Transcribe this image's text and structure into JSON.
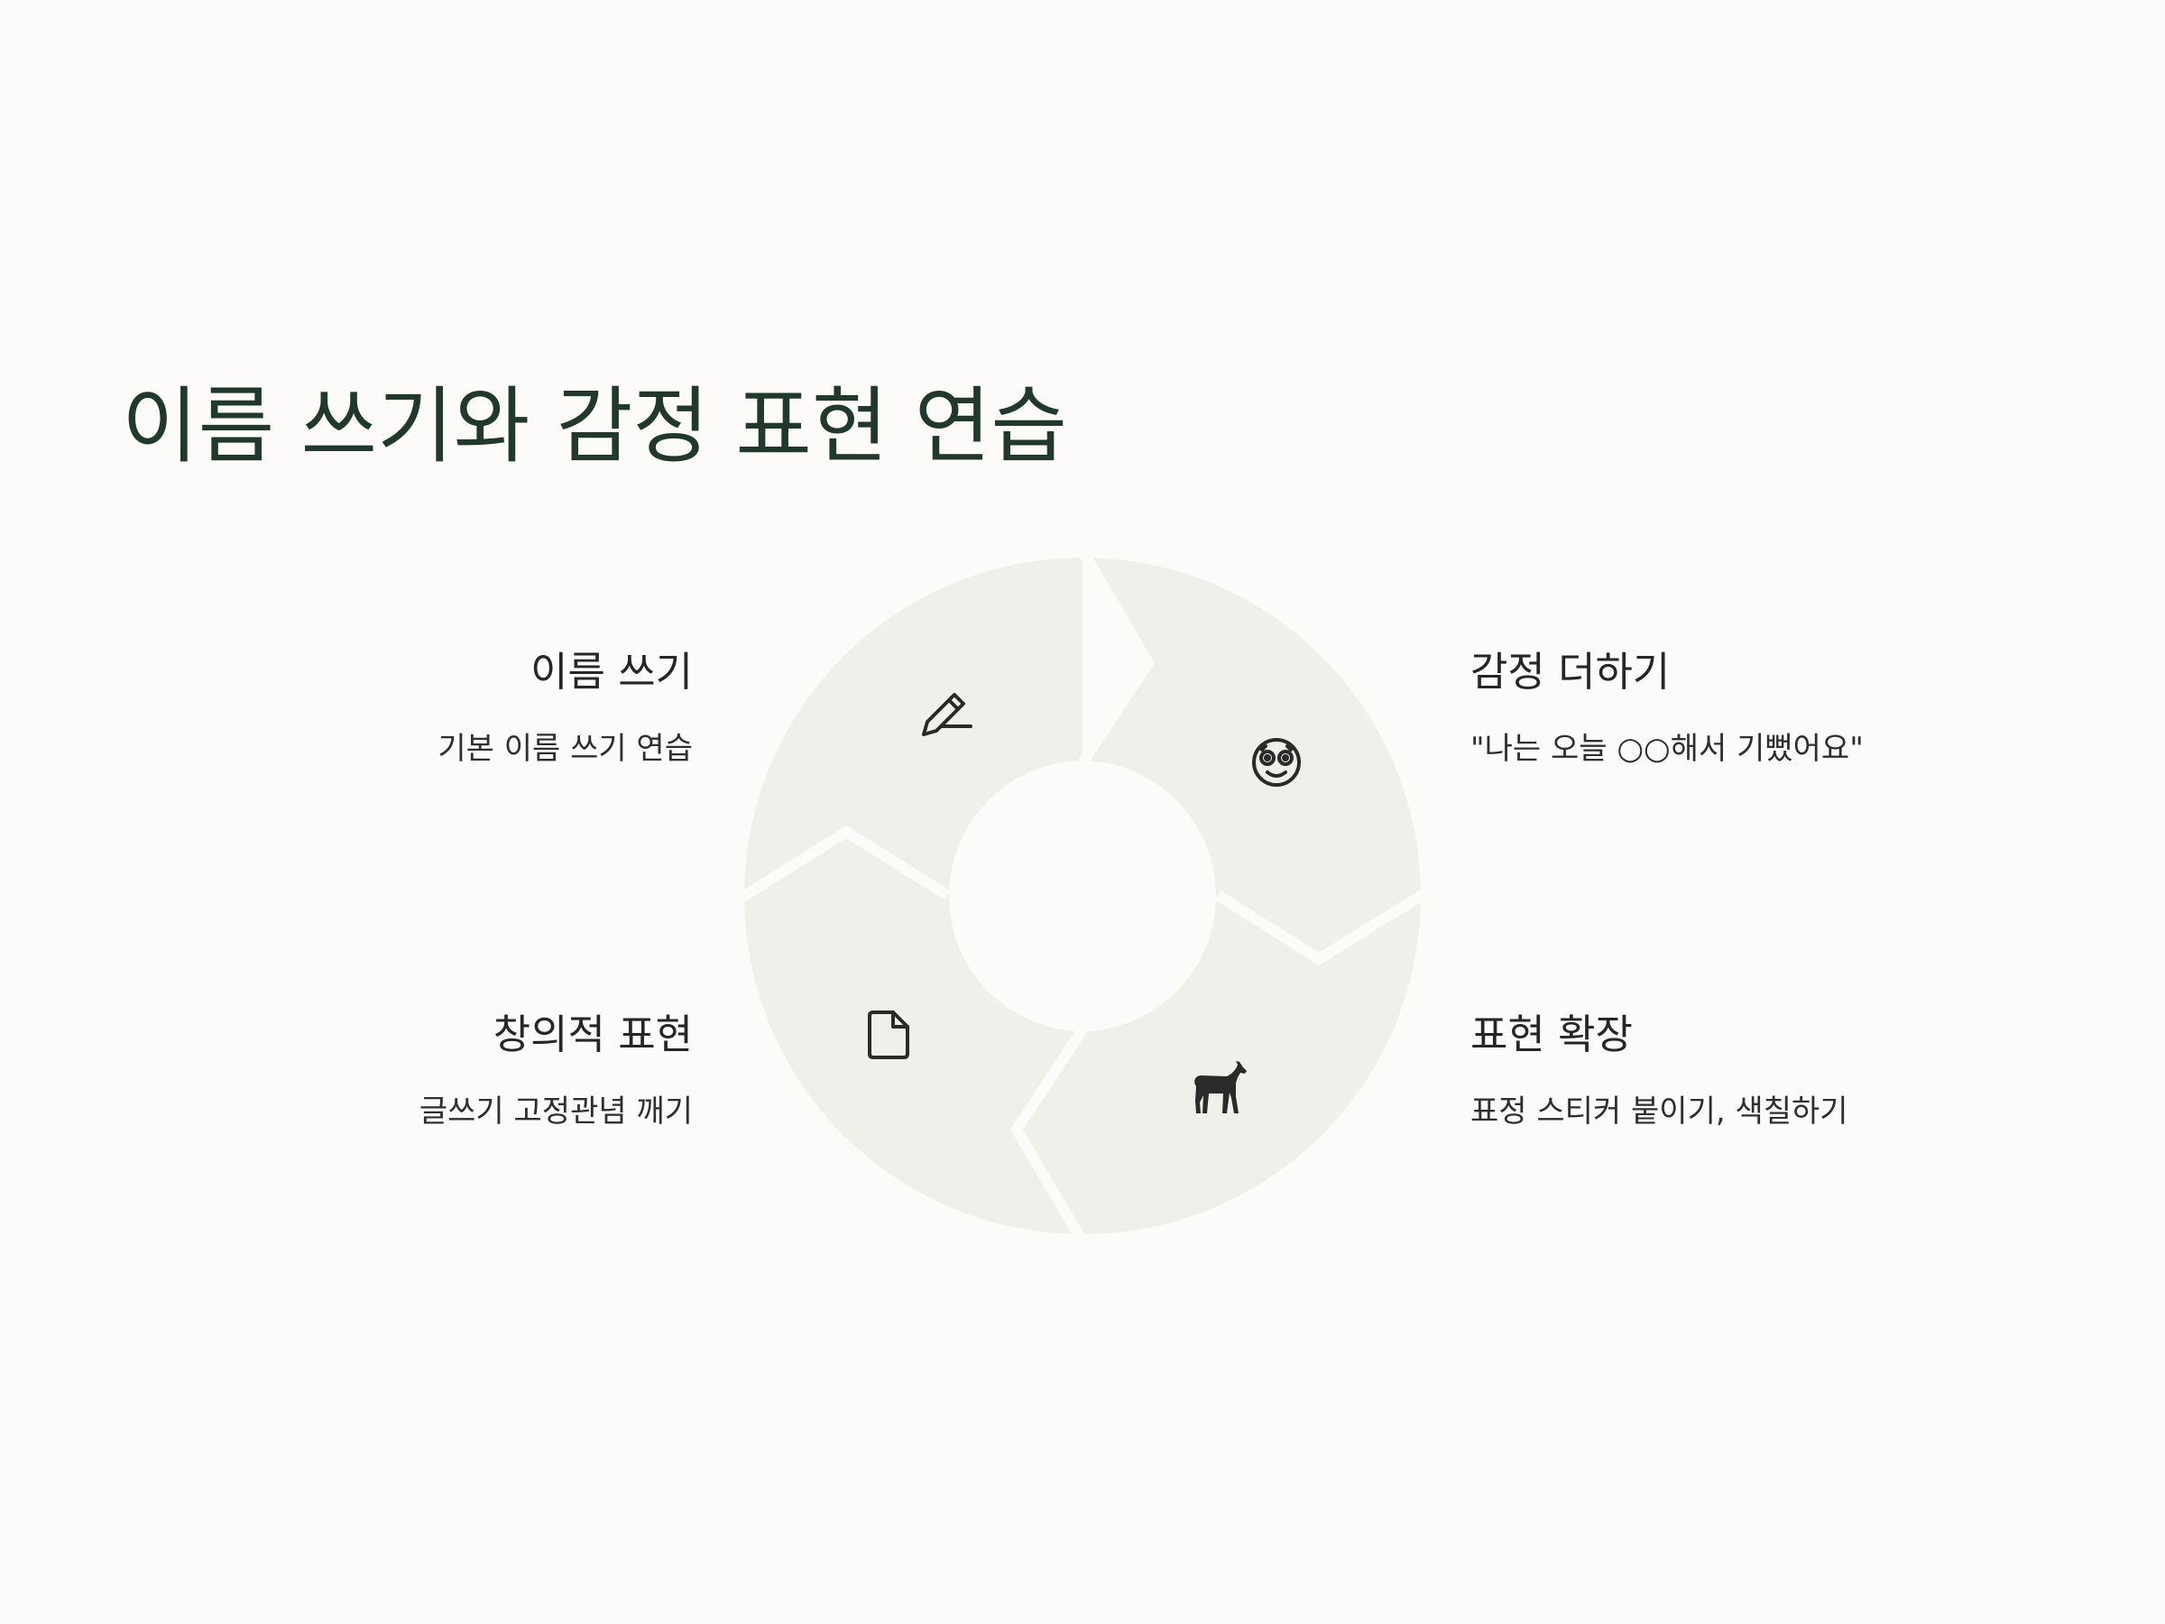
{
  "title": "이름 쓰기와 감정 표현 연습",
  "steps": [
    {
      "heading": "이름 쓰기",
      "description": "기본 이름 쓰기 연습",
      "icon": "pencil-icon"
    },
    {
      "heading": "감정 더하기",
      "description": "\"나는 오늘 ○○해서 기뻤어요\"",
      "icon": "smiley-face-icon"
    },
    {
      "heading": "표현 확장",
      "description": "표정 스티커 붙이기, 색칠하기",
      "icon": "horse-icon"
    },
    {
      "heading": "창의적 표현",
      "description": "글쓰기 고정관념 깨기",
      "icon": "document-icon"
    }
  ],
  "colors": {
    "title": "#21382c",
    "segment": "#f1efea",
    "background": "#fcfbf9"
  }
}
